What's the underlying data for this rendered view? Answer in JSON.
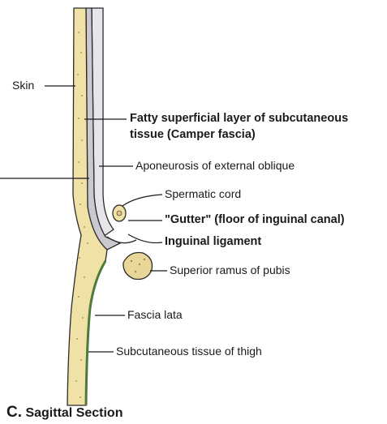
{
  "colors": {
    "skin_layer": "#f0e2a6",
    "deep_gray": "#c9c9cf",
    "pale_gray": "#e6e6ea",
    "fascia_green": "#4f7a3a",
    "bone": "#e9d79a",
    "outline": "#2b2b2b"
  },
  "labels": {
    "skin": "Skin",
    "camper_line1": "Fatty superficial layer of subcutaneous",
    "camper_line2": "tissue (Camper fascia)",
    "aponeurosis": "Aponeurosis of external oblique",
    "spermatic": "Spermatic cord",
    "gutter": "\"Gutter\" (floor of inguinal canal)",
    "ligament": "Inguinal ligament",
    "pubis": "Superior ramus of pubis",
    "fascia_lata": "Fascia lata",
    "subcut_thigh": "Subcutaneous tissue of thigh"
  },
  "caption": {
    "letter": "C.",
    "text": "Sagittal Section"
  }
}
